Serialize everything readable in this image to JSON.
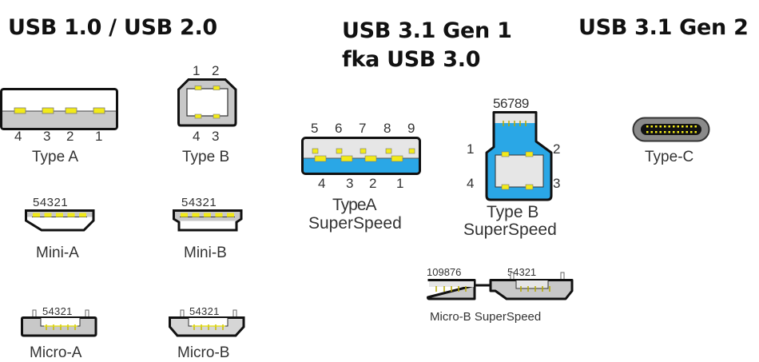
{
  "headings": {
    "usb1_2": "USB 1.0 / USB 2.0",
    "usb31_gen1_line1": "USB 3.1 Gen 1",
    "usb31_gen1_line2": "fka USB 3.0",
    "usb31_gen2": "USB 3.1 Gen 2"
  },
  "colors": {
    "outline": "#111111",
    "plug_gray": "#c8c8c8",
    "plug_light": "#e6e6e6",
    "pin_yellow": "#f2ea1a",
    "superspeed_blue": "#2aa7e6"
  },
  "connectors": {
    "type_a": {
      "label": "Type A",
      "pins": [
        "4",
        "3",
        "2",
        "1"
      ]
    },
    "type_b": {
      "label": "Type B",
      "pins_top": [
        "1",
        "2"
      ],
      "pins_bottom": [
        "4",
        "3"
      ]
    },
    "mini_a": {
      "label": "Mini-A",
      "pins": "54321"
    },
    "mini_b": {
      "label": "Mini-B",
      "pins": "54321"
    },
    "micro_a": {
      "label": "Micro-A",
      "pins": "54321"
    },
    "micro_b": {
      "label": "Micro-B",
      "pins": "54321"
    },
    "type_a_ss": {
      "label_line1": "TypeA",
      "label_line2": "SuperSpeed",
      "pins_top": [
        "5",
        "6",
        "7",
        "8",
        "9"
      ],
      "pins_bottom": [
        "4",
        "3",
        "2",
        "1"
      ]
    },
    "type_b_ss": {
      "label_line1": "Type B",
      "label_line2": "SuperSpeed",
      "pins_top": "56789",
      "pin_1": "1",
      "pin_2": "2",
      "pin_3": "3",
      "pin_4": "4"
    },
    "micro_b_ss": {
      "label": "Micro-B SuperSpeed",
      "pins_left": "109876",
      "pins_right": "54321"
    },
    "type_c": {
      "label": "Type-C"
    }
  }
}
